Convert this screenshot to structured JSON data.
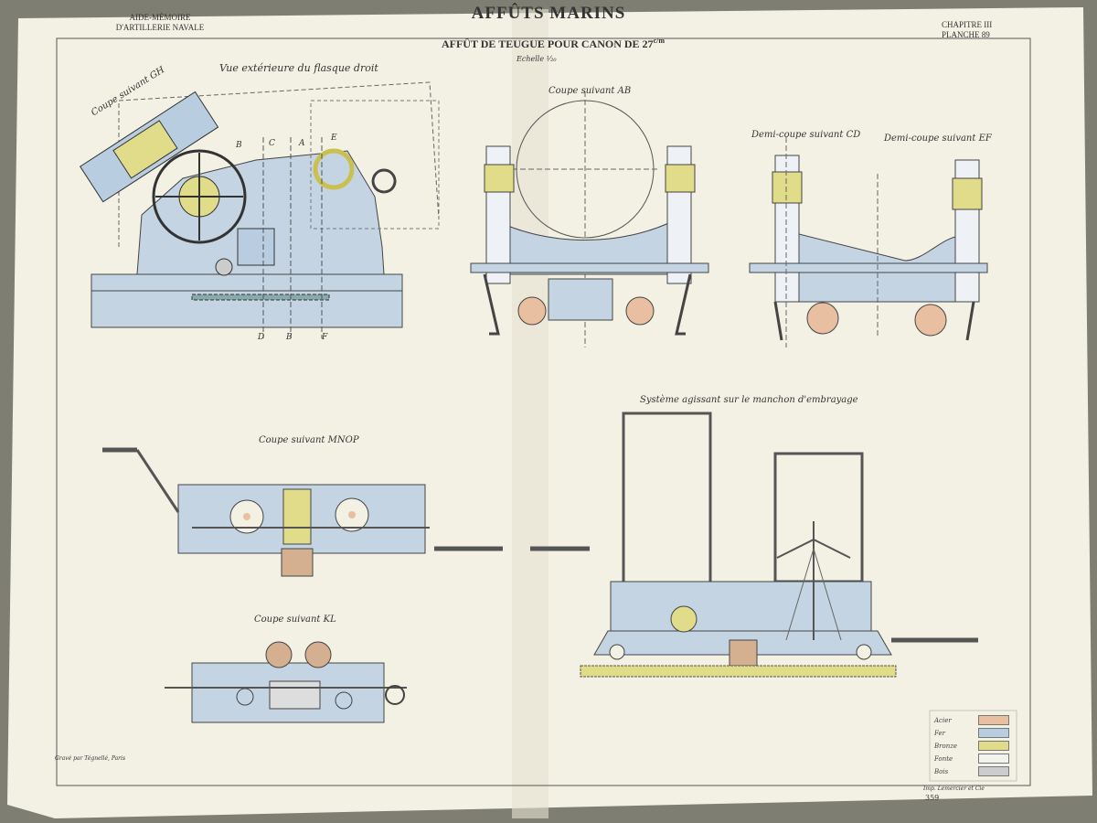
{
  "header": {
    "title": "AFFÛTS MARINS",
    "left_line1": "AIDE-MÉMOIRE",
    "left_line2": "D'ARTILLERIE NAVALE",
    "right_line1": "CHAPITRE III",
    "right_line2": "PLANCHE 89",
    "subtitle": "AFFÛT DE TEUGUE POUR CANON DE 27",
    "subtitle_unit": "c/m",
    "scale": "Echelle ¹⁄₂₀"
  },
  "views": {
    "exterior": "Vue extérieure du flasque droit",
    "gh": "Coupe suivant GH",
    "ab": "Coupe suivant AB",
    "cd": "Demi-coupe suivant CD",
    "ef": "Demi-coupe suivant EF",
    "mnop": "Coupe suivant MNOP",
    "kl": "Coupe suivant KL",
    "system": "Système agissant sur le manchon d'embrayage"
  },
  "section_letters": {
    "a": "A",
    "b_top": "B",
    "c": "C",
    "e": "E",
    "d": "D",
    "b_bottom": "B",
    "f": "F"
  },
  "legend": [
    {
      "label": "Acier",
      "color": "#e8bfa0"
    },
    {
      "label": "Fer",
      "color": "#b8cde0"
    },
    {
      "label": "Bronze",
      "color": "#e0dc8a"
    },
    {
      "label": "Fonte",
      "color": "#f2f2ee"
    },
    {
      "label": "Bois",
      "color": "#ccccce"
    }
  ],
  "footer": {
    "engraver": "Gravé par Tégnellé, Paris",
    "printer": "Imp. Lemercier et Cie",
    "page_number": "359"
  },
  "colors": {
    "paper": "#f3f1e3",
    "iron": "#b8cde0",
    "bronze": "#e0dc8a",
    "steel": "#e8bfa0",
    "wood": "#ccccce"
  }
}
